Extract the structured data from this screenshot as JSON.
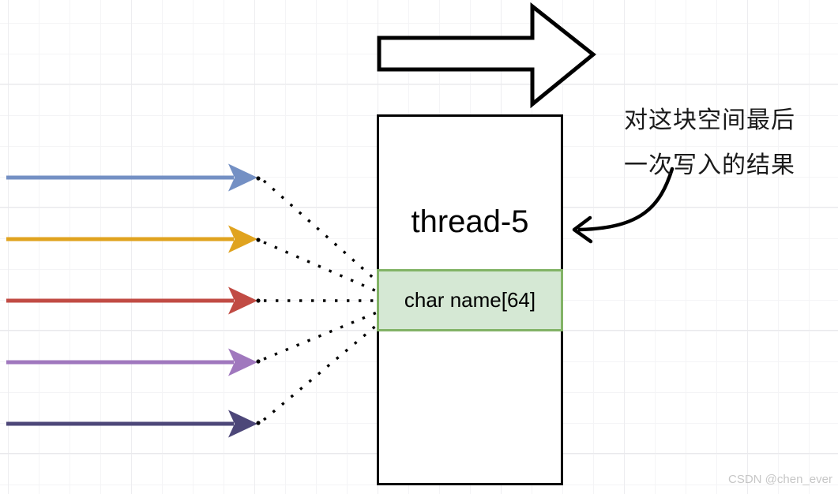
{
  "canvas": {
    "background": "#ffffff",
    "grid_minor_color": "#f4f4f6",
    "grid_major_color": "#e9e9ec",
    "watermark": "CSDN @chen_ever",
    "watermark_color": "#c6c6c6"
  },
  "diagram": {
    "direction_arrow": {
      "shape": "hollow-block-arrow-right",
      "stroke": "#000000",
      "fill": "#ffffff"
    },
    "writer_arrows": [
      {
        "label": "writer-arrow-blue",
        "color": "#7490c4"
      },
      {
        "label": "writer-arrow-orange",
        "color": "#e0a31f"
      },
      {
        "label": "writer-arrow-red",
        "color": "#c14b44"
      },
      {
        "label": "writer-arrow-purple",
        "color": "#a078be"
      },
      {
        "label": "writer-arrow-navy",
        "color": "#4d4779"
      }
    ],
    "connector_style": "dotted-black",
    "thread_box": {
      "title": "thread-5",
      "field_label": "char name[64]",
      "field_fill": "#d5e8d4",
      "field_border": "#82b366",
      "border_color": "#000000"
    },
    "annotation": {
      "line1": "对这块空间最后",
      "line2": "一次写入的结果",
      "color": "#1a1a1a"
    }
  }
}
